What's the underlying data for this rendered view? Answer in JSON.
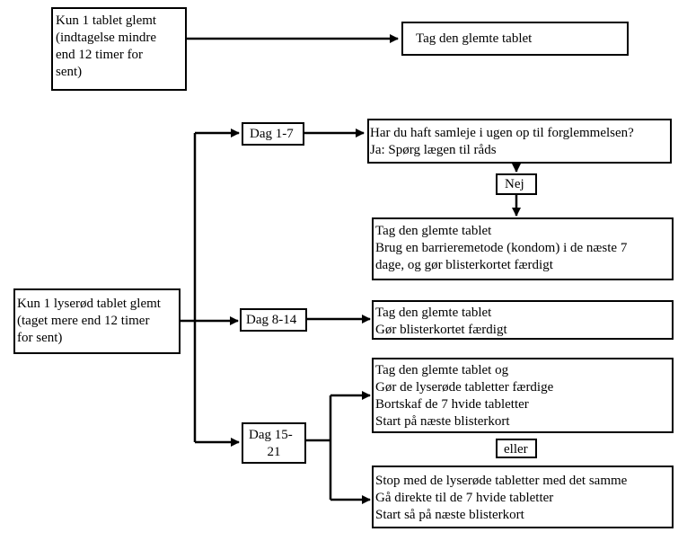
{
  "missed_white": {
    "lines": [
      "Kun 1 tablet glemt",
      "(indtagelse mindre",
      "end 12 timer for",
      "sent)"
    ]
  },
  "take_forgotten": {
    "text": "Tag den glemte tablet"
  },
  "missed_pink": {
    "lines": [
      "Kun 1 lyserød tablet glemt",
      "(taget mere end 12 timer",
      "for sent)"
    ]
  },
  "day_1_7": {
    "text": "Dag 1-7"
  },
  "day_8_14": {
    "text": "Dag 8-14"
  },
  "day_15_21": {
    "lines": [
      "Dag 15-",
      "21"
    ]
  },
  "question": {
    "lines": [
      "Har du haft samleje i ugen op til forglemmelsen?",
      "Ja: Spørg lægen til råds"
    ]
  },
  "no": {
    "text": "Nej"
  },
  "barrier_box": {
    "lines": [
      "Tag den glemte tablet",
      "Brug en barrieremetode (kondom) i de næste 7",
      "dage, og gør blisterkortet færdigt"
    ]
  },
  "day8_box": {
    "lines": [
      "Tag den glemte tablet",
      "Gør blisterkortet færdigt"
    ]
  },
  "option_a": {
    "lines": [
      "Tag den glemte tablet og",
      "Gør de lyserøde tabletter færdige",
      "Bortskaf de 7 hvide tabletter",
      "Start på næste blisterkort"
    ]
  },
  "or": {
    "text": "eller"
  },
  "option_b": {
    "lines": [
      "Stop med de lyserøde tabletter med det samme",
      "Gå direkte til de 7 hvide tabletter",
      "Start så på næste blisterkort"
    ]
  }
}
